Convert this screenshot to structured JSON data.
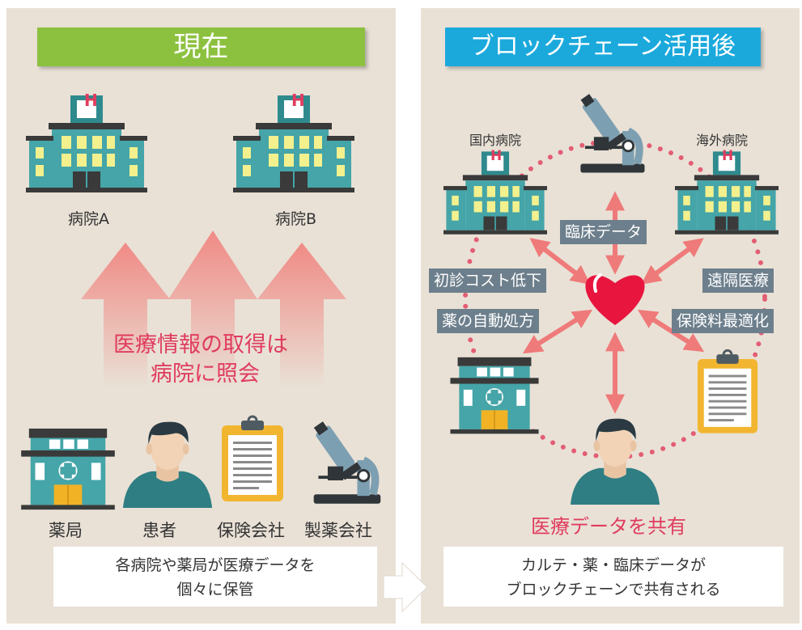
{
  "left": {
    "title": "現在",
    "hospital_a": "病院A",
    "hospital_b": "病院B",
    "center_text_line1": "医療情報の取得は",
    "center_text_line2": "病院に照会",
    "bottom_labels": [
      "薬局",
      "患者",
      "保険会社",
      "製薬会社"
    ],
    "note_line1": "各病院や薬局が医療データを",
    "note_line2": "個々に保管"
  },
  "right": {
    "title": "ブロックチェーン活用後",
    "domestic_hospital": "国内病院",
    "overseas_hospital": "海外病院",
    "tags": {
      "clinical_data": "臨床データ",
      "first_visit_cost": "初診コスト低下",
      "remote_medical": "遠隔医療",
      "auto_prescription": "薬の自動処方",
      "insurance_optimization": "保険料最適化"
    },
    "share_text": "医療データを共有",
    "note_line1": "カルテ・薬・臨床データが",
    "note_line2": "ブロックチェーンで共有される"
  },
  "hospital_sign": "H",
  "colors": {
    "left_title": "#8cc13f",
    "right_title": "#1ba9dc",
    "panel": "#e9e1d6",
    "accent_pink": "#e03c5e",
    "tag_gray": "#6d7f8c",
    "building": "#45a5a8",
    "heart": "#e8163f"
  }
}
